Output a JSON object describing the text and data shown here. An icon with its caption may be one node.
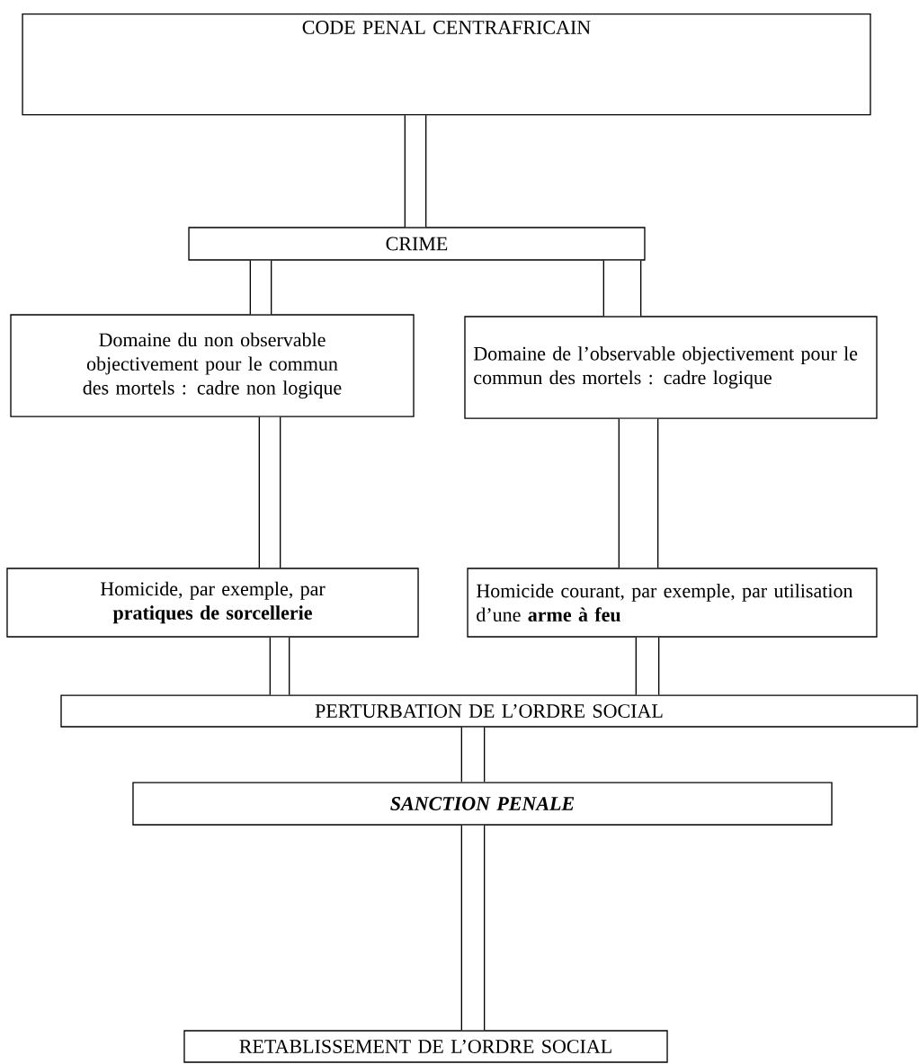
{
  "diagram": {
    "nodes": [
      {
        "text": [
          "CODE PENAL CENTRAFRICAIN"
        ]
      },
      {
        "text": [
          "CRIME"
        ]
      },
      {
        "text": [
          "Domaine du non observable objectivement pour le commun des mortels : cadre non logique"
        ]
      },
      {
        "text": [
          "Domaine de l’observable objectivement pour  le commun des mortels : cadre logique"
        ]
      },
      {
        "text": [
          "Homicide, par exemple, par **pratiques de sorcellerie**"
        ]
      },
      {
        "text": [
          "Homicide courant, par exemple, par utilisation d’une **arme à feu**"
        ]
      },
      {
        "text": [
          "PERTURBATION DE L’ORDRE SOCIAL"
        ]
      },
      {
        "text": [
          "SANCTION PENALE"
        ]
      },
      {
        "text": [
          "RETABLISSEMENT DE L’ORDRE SOCIAL"
        ]
      }
    ],
    "edges": [
      {
        "from": 0,
        "to": 1,
        "arrow": "none"
      },
      {
        "from": 1,
        "to": 2,
        "arrow": "none"
      },
      {
        "from": 1,
        "to": 3,
        "arrow": "none"
      },
      {
        "from": 2,
        "to": 4,
        "arrow": "none"
      },
      {
        "from": 3,
        "to": 5,
        "arrow": "none"
      },
      {
        "from": 4,
        "to": 6,
        "arrow": "none"
      },
      {
        "from": 5,
        "to": 6,
        "arrow": "none"
      },
      {
        "from": 6,
        "to": 7,
        "arrow": "none"
      },
      {
        "from": 7,
        "to": 8,
        "arrow": "none"
      }
    ]
  }
}
